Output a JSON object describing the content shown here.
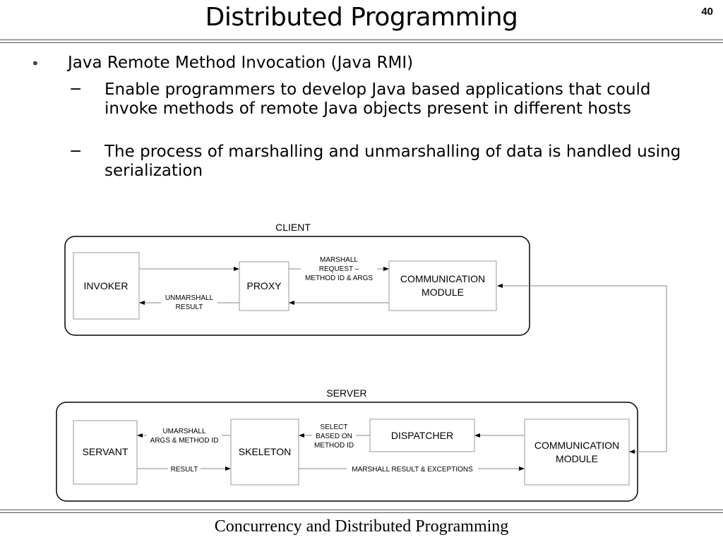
{
  "slide": {
    "title": "Distributed Programming",
    "number": "40",
    "footer": "Concurrency and Distributed Programming"
  },
  "bullets": {
    "main": "Java Remote Method Invocation (Java RMI)",
    "subs": [
      "Enable programmers to develop Java based applications that could invoke methods of remote Java objects present in different hosts",
      "The process of marshalling and unmarshalling of data is handled using serialization"
    ],
    "sub_marker": "−",
    "main_marker": "•"
  },
  "diagram": {
    "client": {
      "title": "CLIENT",
      "invoker": "INVOKER",
      "proxy": "PROXY",
      "comm_line1": "COMMUNICATION",
      "comm_line2": "MODULE",
      "marshall_line1": "MARSHALL",
      "marshall_line2": "REQUEST –",
      "marshall_line3": "METHOD ID  & ARGS",
      "unmarshall_line1": "UNMARSHALL",
      "unmarshall_line2": "RESULT"
    },
    "server": {
      "title": "SERVER",
      "servant": "SERVANT",
      "skeleton": "SKELETON",
      "dispatcher": "DISPATCHER",
      "comm_line1": "COMMUNICATION",
      "comm_line2": "MODULE",
      "umarshall_line1": "UMARSHALL",
      "umarshall_line2": "ARGS & METHOD ID",
      "select_line1": "SELECT",
      "select_line2": "BASED ON",
      "select_line3": "METHOD ID",
      "result": "RESULT",
      "marshall_result": "MARSHALL RESULT & EXCEPTIONS"
    }
  }
}
